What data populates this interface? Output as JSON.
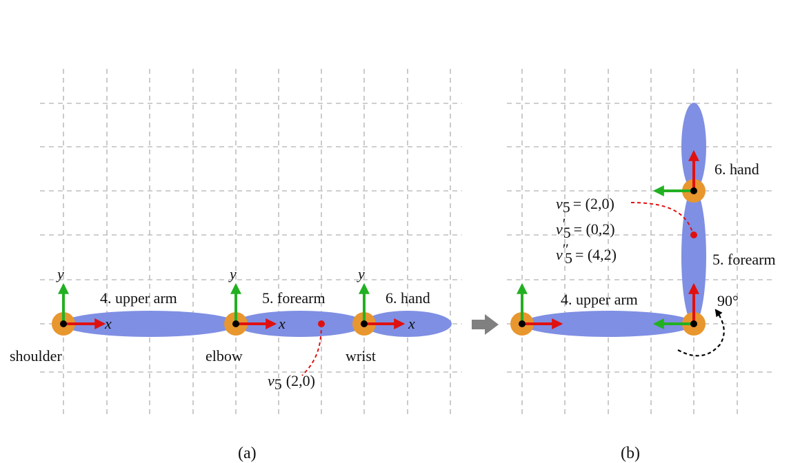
{
  "panel_a": {
    "caption": "(a)",
    "segments": [
      {
        "label": "4. upper arm"
      },
      {
        "label": "5. forearm"
      },
      {
        "label": "6. hand"
      }
    ],
    "joints": [
      {
        "label": "shoulder"
      },
      {
        "label": "elbow"
      },
      {
        "label": "wrist"
      }
    ],
    "axes": {
      "x": "x",
      "y": "y"
    },
    "point": {
      "name": "v",
      "sub": "5",
      "coord": "(2,0)"
    }
  },
  "panel_b": {
    "caption": "(b)",
    "segments": [
      {
        "label": "4. upper arm"
      },
      {
        "label": "5. forearm"
      },
      {
        "label": "6. hand"
      }
    ],
    "rotation": "90°",
    "equations": [
      {
        "name": "v",
        "sub": "5",
        "prime": "",
        "value": "= (2,0)"
      },
      {
        "name": "v",
        "sub": "5",
        "prime": "′",
        "value": "= (0,2)"
      },
      {
        "name": "v",
        "sub": "5",
        "prime": "″",
        "value": "= (4,2)"
      }
    ]
  },
  "colors": {
    "segment": "#7f8fe3",
    "joint": "#e8962e",
    "x_axis": "#e01010",
    "y_axis": "#22b022",
    "point": "#e01010",
    "transition_arrow": "#808080",
    "grid": "#bdbdbd"
  },
  "icons": [
    "x-axis-arrow-icon",
    "y-axis-arrow-icon",
    "rotation-arrow-icon",
    "transition-arrow-icon"
  ]
}
